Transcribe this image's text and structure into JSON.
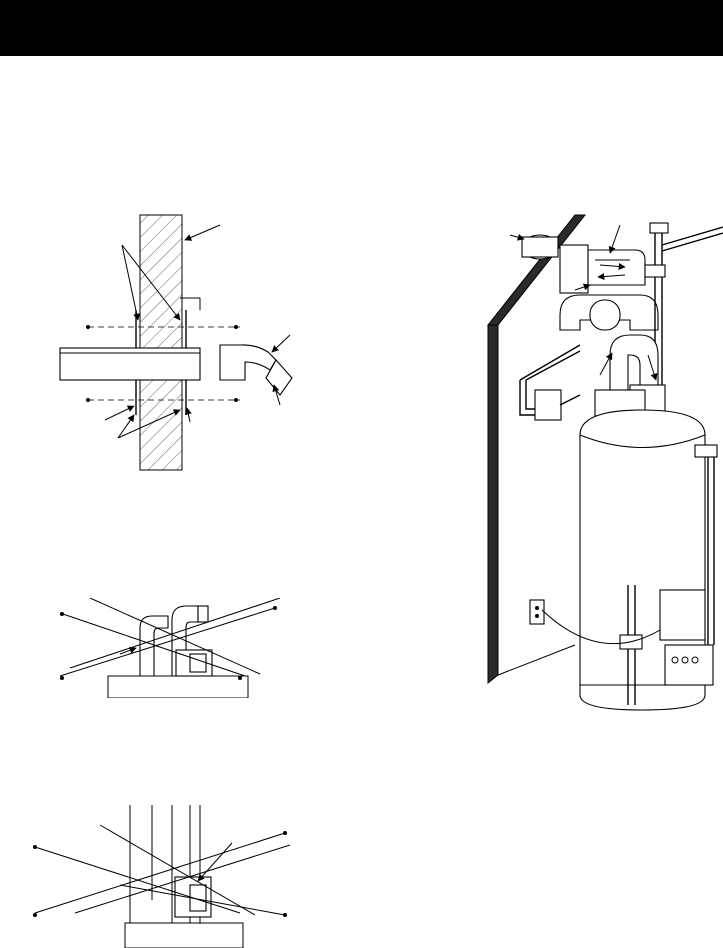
{
  "page": {
    "header_bar_color": "#000000",
    "background": "#ffffff"
  },
  "figures": [
    {
      "id": "wall-penetration",
      "description_icon": "wall-cross-section-icon"
    },
    {
      "id": "elbow-top-view",
      "description_icon": "elbow-fitting-icon"
    },
    {
      "id": "vertical-vent-top-view",
      "description_icon": "vertical-vent-icon"
    },
    {
      "id": "water-heater-installation",
      "description_icon": "water-heater-icon"
    }
  ]
}
